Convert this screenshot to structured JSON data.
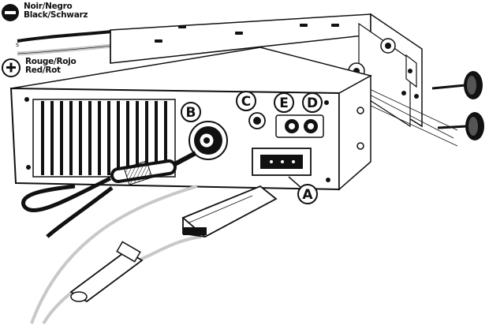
{
  "legend": {
    "negative": {
      "symbol": "−",
      "line1": "Noir/Negro",
      "line2": "Black/Schwarz"
    },
    "positive": {
      "symbol": "+",
      "line1": "Rouge/Rojo",
      "line2": "Red/Rot"
    }
  },
  "callouts": {
    "a": "A",
    "b": "B",
    "c": "C",
    "d": "D",
    "e": "E"
  },
  "colors": {
    "ink": "#111111",
    "cable_grey": "#c8c8c8",
    "panel_grey": "#d6d6d6"
  }
}
